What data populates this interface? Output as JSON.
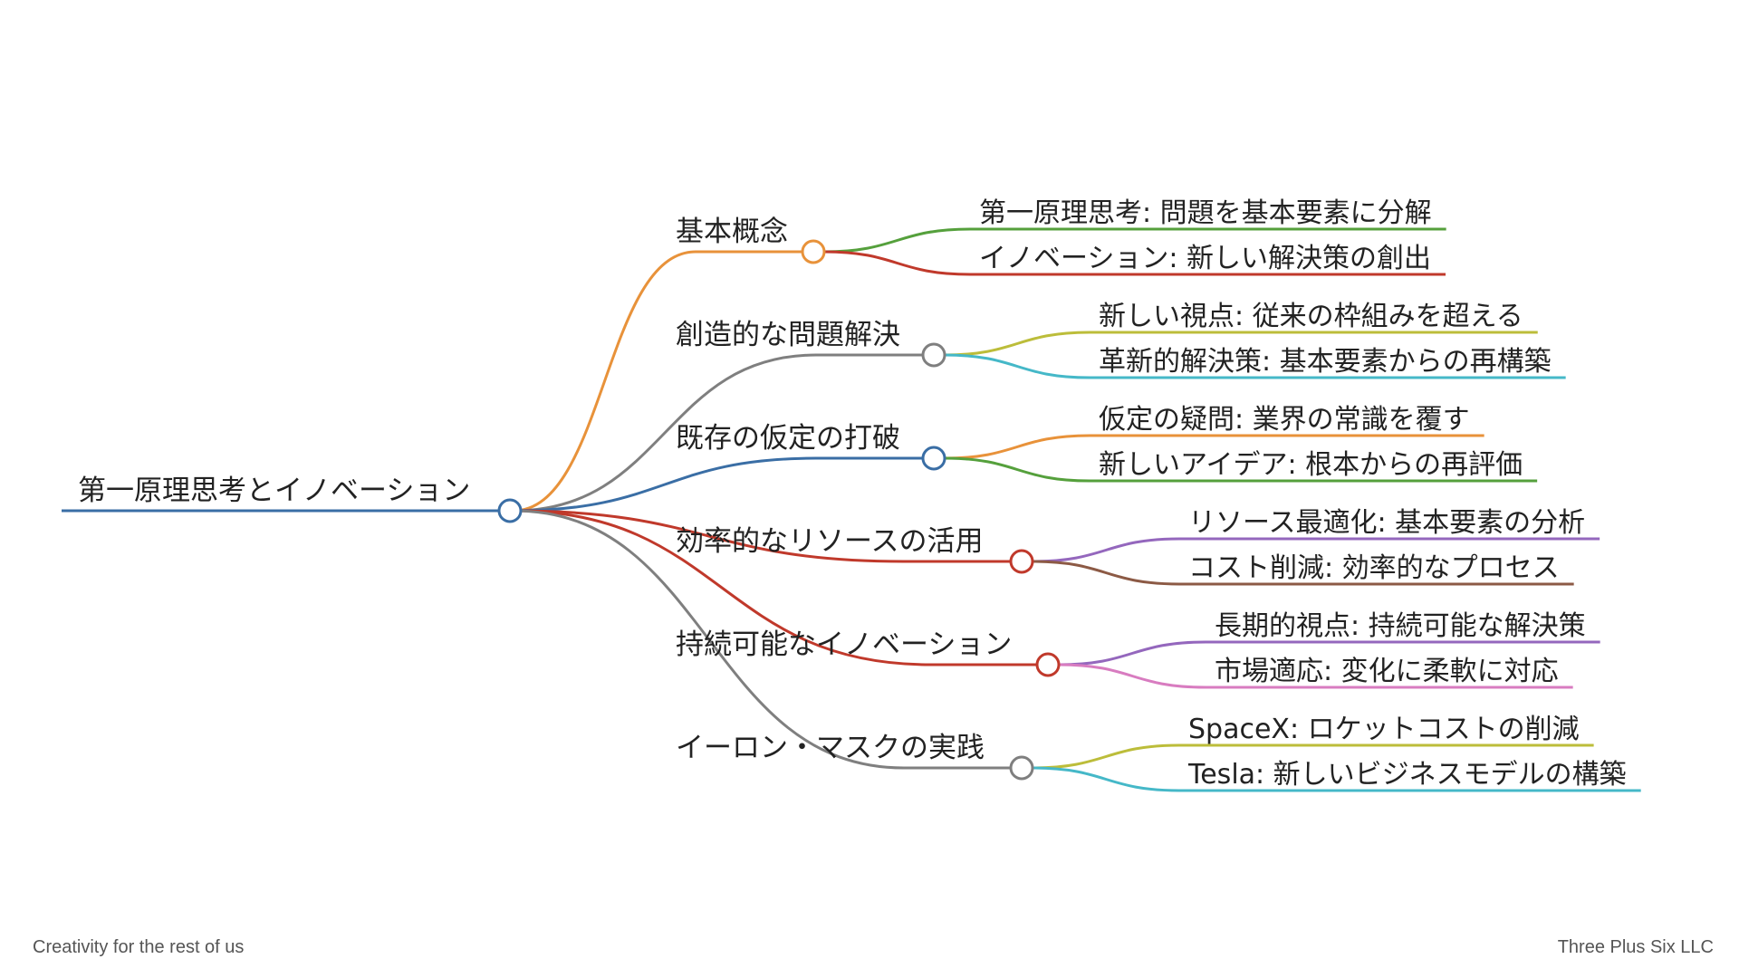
{
  "root": {
    "label": "第一原理思考とイノベーション",
    "color": "#3a6ea5"
  },
  "branches": [
    {
      "label": "基本概念",
      "color": "#e8923a",
      "leaves": [
        {
          "label": "第一原理思考: 問題を基本要素に分解",
          "color": "#55a03c"
        },
        {
          "label": "イノベーション: 新しい解決策の創出",
          "color": "#c0392b"
        }
      ]
    },
    {
      "label": "創造的な問題解決",
      "color": "#7f7f7f",
      "leaves": [
        {
          "label": "新しい視点: 従来の枠組みを超える",
          "color": "#bcbd3a"
        },
        {
          "label": "革新的解決策: 基本要素からの再構築",
          "color": "#45b8c8"
        }
      ]
    },
    {
      "label": "既存の仮定の打破",
      "color": "#3a6ea5",
      "leaves": [
        {
          "label": "仮定の疑問: 業界の常識を覆す",
          "color": "#e8923a"
        },
        {
          "label": "新しいアイデア: 根本からの再評価",
          "color": "#55a03c"
        }
      ]
    },
    {
      "label": "効率的なリソースの活用",
      "color": "#c0392b",
      "leaves": [
        {
          "label": "リソース最適化: 基本要素の分析",
          "color": "#9467bd"
        },
        {
          "label": "コスト削減: 効率的なプロセス",
          "color": "#8c5a45"
        }
      ]
    },
    {
      "label": "持続可能なイノベーション",
      "color": "#c0392b",
      "leaves": [
        {
          "label": "長期的視点: 持続可能な解決策",
          "color": "#9467bd"
        },
        {
          "label": "市場適応: 変化に柔軟に対応",
          "color": "#d87cc0"
        }
      ]
    },
    {
      "label": "イーロン・マスクの実践",
      "color": "#7f7f7f",
      "leaves": [
        {
          "label": "SpaceX: ロケットコストの削減",
          "color": "#bcbd3a"
        },
        {
          "label": "Tesla: 新しいビジネスモデルの構築",
          "color": "#45b8c8"
        }
      ]
    }
  ],
  "footer": {
    "left": "Creativity for the rest of us",
    "right": "Three Plus Six LLC"
  }
}
